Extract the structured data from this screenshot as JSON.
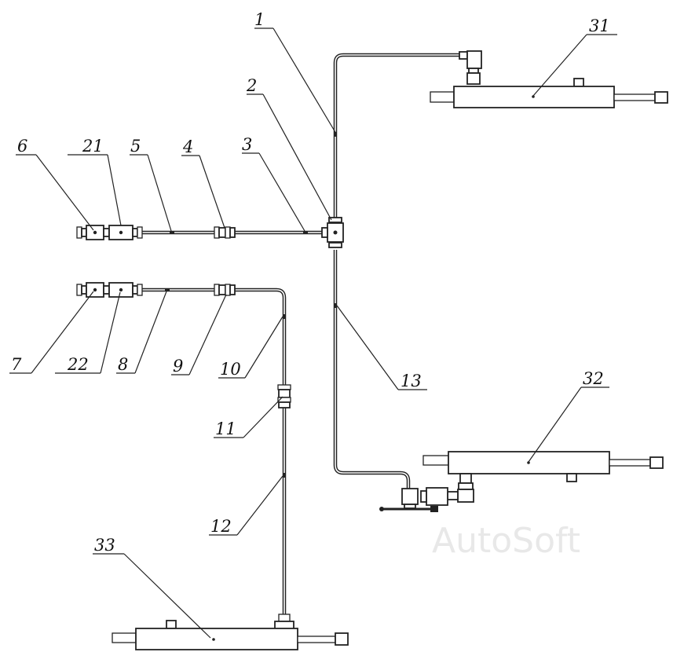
{
  "callouts": {
    "c1": "1",
    "c2": "2",
    "c3": "3",
    "c4": "4",
    "c5": "5",
    "c6": "6",
    "c7": "7",
    "c8": "8",
    "c9": "9",
    "c10": "10",
    "c11": "11",
    "c12": "12",
    "c13": "13",
    "c21": "21",
    "c22": "22",
    "c31": "31",
    "c32": "32",
    "c33": "33"
  },
  "watermark": "AutoSoft"
}
